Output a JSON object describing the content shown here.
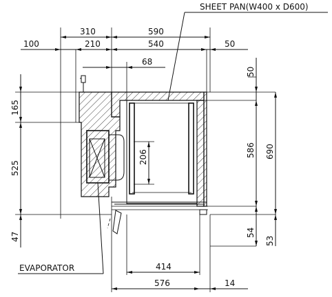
{
  "labels": {
    "sheet_pan": "SHEET PAN(W400 x D600)",
    "evaporator": "EVAPORATOR"
  },
  "dimensions": {
    "top_310": "310",
    "top_590": "590",
    "top_100": "100",
    "top_210": "210",
    "top_540": "540",
    "top_50": "50",
    "inner_68": "68",
    "right_50": "50",
    "right_586": "586",
    "right_690": "690",
    "right_54": "54",
    "right_53": "53",
    "left_165": "165",
    "left_525": "525",
    "left_47": "47",
    "center_206": "206",
    "bottom_414": "414",
    "bottom_576": "576",
    "bottom_14": "14"
  },
  "colors": {
    "line": "#111111",
    "background": "#ffffff"
  }
}
